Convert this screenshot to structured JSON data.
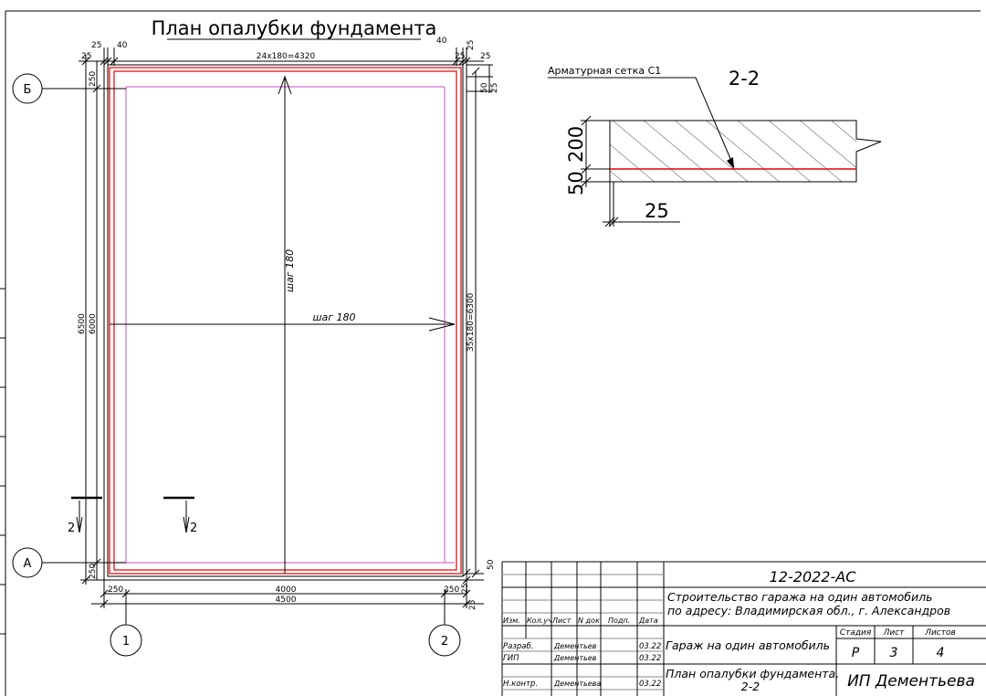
{
  "plan": {
    "title": "План опалубки фундамента",
    "axis_b": "Б",
    "axis_a": "А",
    "axis_1": "1",
    "axis_2": "2",
    "dim_top_25_left": "25",
    "dim_top_40_left": "40",
    "dim_top_25_left2": "25",
    "dim_top_total": "24x180=4320",
    "dim_top_40_right": "40",
    "dim_top_25_right": "25",
    "dim_top_25_right2": "25",
    "dim_top_25_right3": "25",
    "dim_right_50_top": "50",
    "dim_right_25_top": "25",
    "dim_left_250_top": "250",
    "dim_left_6500": "6500",
    "dim_left_6000": "6000",
    "dim_left_250_bottom": "250",
    "dim_right_35x180": "35x180=6300",
    "dim_right_50_bottom": "50",
    "dim_right_25_bottom": "25",
    "dim_bottom_250_left": "250",
    "dim_bottom_4000": "4000",
    "dim_bottom_250_right": "250",
    "dim_bottom_4500": "4500",
    "dim_bottom_25": "25",
    "step_vertical": "шаг 180",
    "step_horizontal": "шаг 180",
    "section_mark_left": "2",
    "section_mark_right": "2"
  },
  "section": {
    "title": "2-2",
    "leader_label": "Арматурная сетка С1",
    "dim_200": "200",
    "dim_50": "50",
    "dim_25": "25"
  },
  "stamp": {
    "doc_code": "12-2022-АС",
    "project_line1": "Строительство гаража на один автомобиль",
    "project_line2": "по адресу: Владимирская обл., г. Александров",
    "headers": [
      "Изм.",
      "Кол.уч",
      "Лист",
      "N док",
      "Подп.",
      "Дата"
    ],
    "rows": [
      {
        "role": "Разраб.",
        "name": "Дементьев",
        "date": "03.22"
      },
      {
        "role": "ГИП",
        "name": "Дементьев",
        "date": "03.22"
      },
      {
        "role": "Н.контр.",
        "name": "Дементьева",
        "date": "03.22"
      }
    ],
    "object_name": "Гараж на один автомобиль",
    "stage_label": "Стадия",
    "sheet_label": "Лист",
    "sheets_label": "Листов",
    "stage_value": "Р",
    "sheet_value": "3",
    "sheets_value": "4",
    "drawing_name_line1": "План опалубки фундамента,",
    "drawing_name_line2": "2-2",
    "organization": "ИП Дементьева"
  },
  "colors": {
    "line": "#000000",
    "rebar": "#e00000",
    "inner_contour": "#d070d0"
  }
}
